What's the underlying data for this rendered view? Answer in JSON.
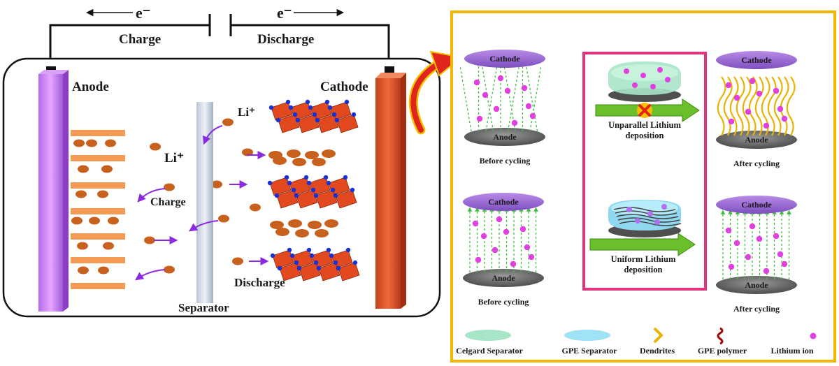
{
  "left": {
    "electron_left": "e⁻",
    "electron_right": "e⁻",
    "charge_top": "Charge",
    "discharge_top": "Discharge",
    "anode": "Anode",
    "cathode": "Cathode",
    "li_mid": "Li⁺",
    "li_top": "Li⁺",
    "charge_inner": "Charge",
    "discharge_inner": "Discharge",
    "separator": "Separator"
  },
  "right": {
    "border_color": "#f2b705",
    "center_border_color": "#e0347c",
    "panels": {
      "tl": {
        "cathode": "Cathode",
        "anode": "Anode",
        "caption": "Before cycling"
      },
      "tr": {
        "cathode": "Cathode",
        "anode": "Anode",
        "caption": "After cycling"
      },
      "bl": {
        "cathode": "Cathode",
        "anode": "Anode",
        "caption": "Before cycling"
      },
      "br": {
        "cathode": "Cathode",
        "anode": "Anode",
        "caption": "After cycling"
      }
    },
    "middle_top_label_1": "Unparallel Lithium",
    "middle_top_label_2": "deposition",
    "middle_bottom_label_1": "Uniform Lithium",
    "middle_bottom_label_2": "deposition",
    "legend": [
      {
        "label": "Celgard Separator",
        "icon": "celgard-disc-icon"
      },
      {
        "label": "GPE Separator",
        "icon": "gpe-disc-icon"
      },
      {
        "label": "Dendrites",
        "icon": "dendrite-icon"
      },
      {
        "label": "GPE polymer",
        "icon": "polymer-icon"
      },
      {
        "label": "Lithium ion",
        "icon": "lithium-ion-icon"
      }
    ]
  }
}
